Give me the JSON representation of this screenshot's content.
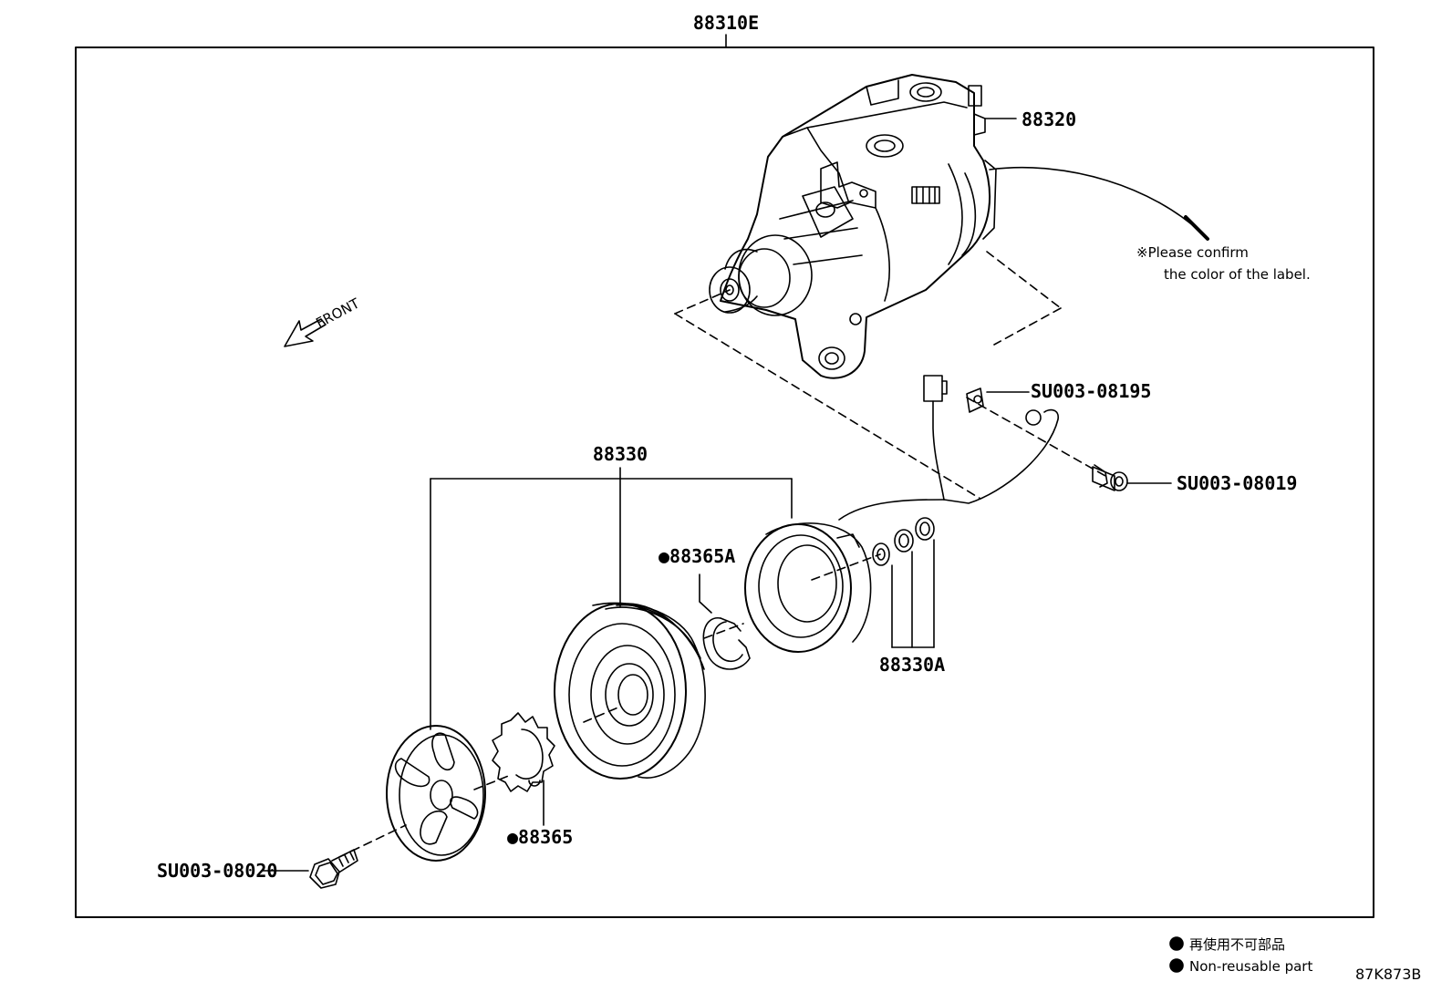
{
  "assembly": {
    "part_number": "88310E"
  },
  "parts": {
    "compressor": "88320",
    "clutch_assembly": "88330",
    "snap_ring_inner": "●88365A",
    "snap_ring_outer": "●88365",
    "shims": "88330A",
    "bolt_front": "SU003-08020",
    "bolt_harness": "SU003-08019",
    "clip_harness": "SU003-08195"
  },
  "front_label": "FRONT",
  "note": {
    "line1": "※Please confirm",
    "line2": "the color of the label."
  },
  "legend": {
    "jp": "再使用不可部品",
    "en": "Non-reusable part"
  },
  "diagram_code": "87K873B"
}
